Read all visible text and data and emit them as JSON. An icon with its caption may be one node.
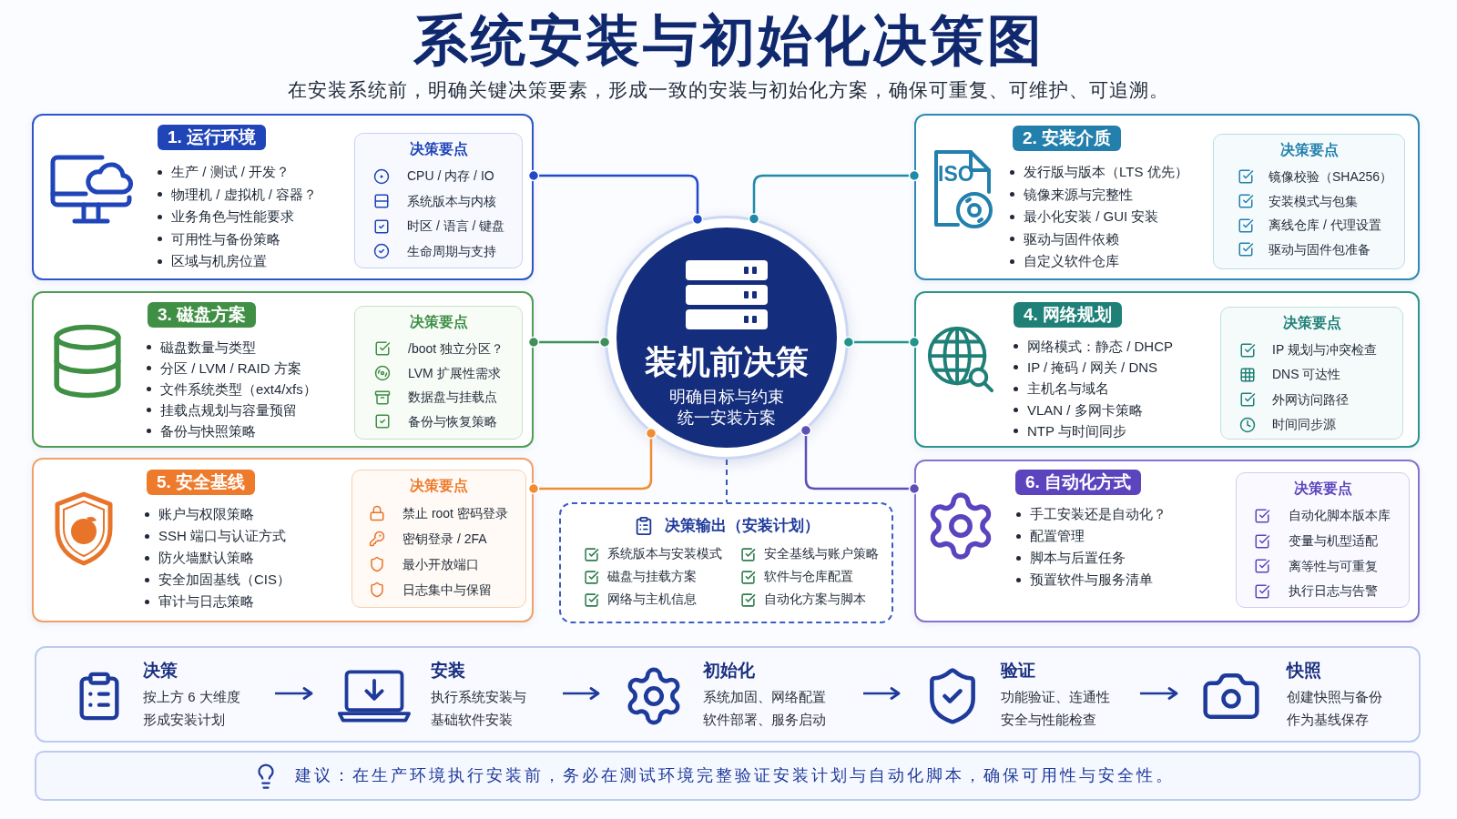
{
  "diagram": {
    "title": "系统安装与初始化决策图",
    "nodes": [
      {
        "text": [
          "1. 运行环境",
          "生产 / 测试 / 开发？",
          "物理机 / 虚拟机 / 容器？",
          "业务角色与性能要求",
          "可用性与备份策略",
          "区域与机房位置"
        ]
      },
      {
        "text": [
          "决策要点",
          "CPU / 内存 / IO",
          "系统版本与内核",
          "时区 / 语言 / 键盘",
          "生命周期与支持"
        ],
        "in": 0
      },
      {
        "text": [
          "2. 安装介质",
          "发行版与版本（LTS 优先）",
          "镜像来源与完整性",
          "最小化安装 / GUI 安装",
          "驱动与固件依赖",
          "自定义软件仓库"
        ]
      },
      {
        "text": [
          "决策要点",
          "镜像校验（SHA256）",
          "安装模式与包集",
          "离线仓库 / 代理设置",
          "驱动与固件包准备"
        ],
        "in": 2
      },
      {
        "text": [
          "装机前决策",
          "明确目标与约束统一安装方案"
        ]
      },
      {
        "text": [
          "3. 磁盘方案",
          "磁盘数量与类型",
          "分区 / LVM / RAID 方案",
          "文件系统类型（ext4/xfs）",
          "挂载点规划与容量预留",
          "备份与快照策略"
        ]
      },
      {
        "text": [
          "决策要点",
          "/boot 独立分区？",
          "LVM 扩展性需求",
          "数据盘与挂载点",
          "备份与恢复策略"
        ],
        "in": 5
      },
      {
        "text": [
          "4. 网络规划",
          "网络模式：静态 / DHCP",
          "IP / 掩码 / 网关 / DNS",
          "主机名与域名",
          "VLAN / 多网卡策略",
          "NTP 与时间同步"
        ]
      },
      {
        "text": [
          "决策要点",
          "IP 规划与冲突检查",
          "DNS 可达性",
          "外网访问路径",
          "时间同步源"
        ],
        "in": 7
      },
      {
        "text": [
          "5. 安全基线",
          "账户与权限策略",
          "SSH 端口与认证方式",
          "防火墙默认策略",
          "安全加固基线（CIS）",
          "审计与日志策略"
        ]
      },
      {
        "text": [
          "决策要点",
          "禁止 root 密码登录",
          "密钥登录 / 2FA",
          "最小开放端口",
          "日志集中与保留"
        ],
        "in": 9
      },
      {
        "text": [
          "决策输出（安装计划）",
          "系统版本与安装模式",
          "安全基线与账户策略",
          "磁盘与挂载方案",
          "软件与仓库配置",
          "网络与主机信息",
          "自动化方案与脚本"
        ]
      },
      {
        "text": [
          "6. 自动化方式",
          "手工安装还是自动化？",
          "配置管理",
          "脚本与后置任务",
          "预置软件与服务清单"
        ]
      },
      {
        "text": [
          "决策要点",
          "自动化脚本版本库",
          "变量与机型适配",
          "离等性与可重复",
          "执行日志与告警"
        ],
        "in": 12
      },
      {
        "text": [],
        "shape": "box"
      },
      {
        "text": [
          "决策",
          "按上方 6 大维度形成安装计划"
        ],
        "in": 14
      },
      {
        "text": [
          "安装",
          "执行系统安装与基础软件安装"
        ],
        "in": 14
      },
      {
        "text": [
          "初始化",
          "系统加固、网络配置软件部署、服务启动"
        ],
        "in": 14
      },
      {
        "text": [
          "验证",
          "功能验证、连通性安全与性能检查"
        ],
        "in": 14
      },
      {
        "text": [
          "快照",
          "创建快照与备份作为基线保存"
        ],
        "in": 14
      },
      {
        "text": [
          "建议：在生产环境执行安装前，务必在测试环境完整验证安装计划与自动化脚本，确保可用性与安全性。"
        ]
      }
    ],
    "edges": [
      {
        "from": 4,
        "to": 0,
        "arrow": "other",
        "color": "#2249c8"
      },
      {
        "from": 4,
        "to": 2,
        "arrow": "other",
        "color": "#1f8aa8"
      },
      {
        "from": 4,
        "to": 5,
        "arrow": "other",
        "color": "#3f8f5a"
      },
      {
        "from": 4,
        "to": 7,
        "arrow": "other",
        "color": "#22948c"
      },
      {
        "from": 4,
        "to": 9,
        "arrow": "other",
        "color": "#f08c32"
      },
      {
        "from": 4,
        "to": 12,
        "arrow": "other",
        "color": "#5c50b5"
      },
      {
        "from": 4,
        "to": 11,
        "arrow": "none",
        "style": "dashed",
        "color": "#3556b8"
      },
      {
        "from": 15,
        "to": 16,
        "arrow": "to"
      },
      {
        "from": 16,
        "to": 17,
        "arrow": "to"
      },
      {
        "from": 17,
        "to": 18,
        "arrow": "to"
      },
      {
        "from": 18,
        "to": 19,
        "arrow": "to"
      }
    ],
    "labels": [
      "在安装系统前，明确关键决策要素，形成一致的安装与初始化方案，确保可重复、可维护、可追溯。",
      "ISO"
    ]
  }
}
